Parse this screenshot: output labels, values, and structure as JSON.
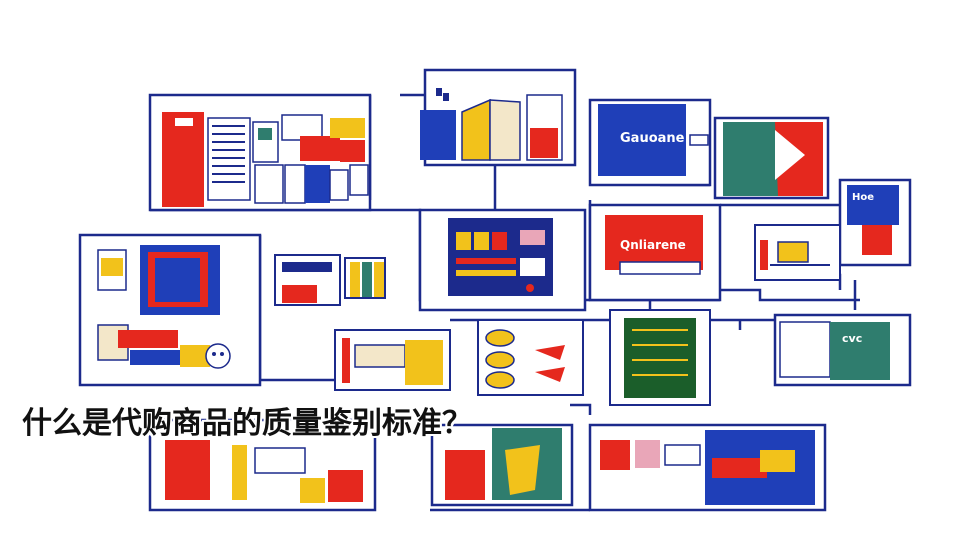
{
  "caption": "什么是代购商品的质量鉴别标准？",
  "palette": {
    "navy": "#1c2a8c",
    "blue": "#1f3fb8",
    "red": "#e5281e",
    "yellow": "#f2c21b",
    "teal": "#2f7d6e",
    "pink": "#e9a6b8",
    "cream": "#f3e7c9"
  },
  "decorative_labels": {
    "panel_logo_1": "Gauoane",
    "panel_logo_2": "Qnliarene",
    "panel_small_1": "Hoe",
    "panel_small_2": "cvc"
  }
}
